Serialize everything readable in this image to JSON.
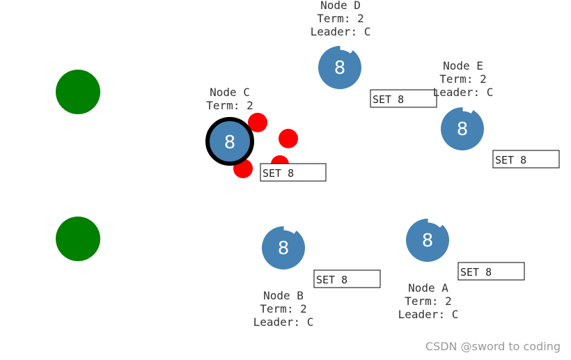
{
  "colors": {
    "node_fill": "#4682b4",
    "leader_ring": "#000000",
    "message_dot": "#ff0000",
    "client_dot": "#008000",
    "text": "#333333"
  },
  "clients": [
    {
      "id": "client-1",
      "icon": "green-circle"
    },
    {
      "id": "client-2",
      "icon": "green-circle"
    }
  ],
  "nodes": [
    {
      "id": "C",
      "name": "Node C",
      "term": "Term: 2",
      "leader": "",
      "value": "8",
      "log": "SET 8",
      "role": "leader",
      "timer_gap": 0
    },
    {
      "id": "D",
      "name": "Node D",
      "term": "Term: 2",
      "leader": "Leader: C",
      "value": "8",
      "log": "SET 8",
      "role": "follower",
      "timer_gap": 0.1
    },
    {
      "id": "E",
      "name": "Node E",
      "term": "Term: 2",
      "leader": "Leader: C",
      "value": "8",
      "log": "SET 8",
      "role": "follower",
      "timer_gap": 0.08
    },
    {
      "id": "B",
      "name": "Node B",
      "term": "Term: 2",
      "leader": "Leader: C",
      "value": "8",
      "log": "SET 8",
      "role": "follower",
      "timer_gap": 0.1
    },
    {
      "id": "A",
      "name": "Node A",
      "term": "Term: 2",
      "leader": "Leader: C",
      "value": "8",
      "log": "SET 8",
      "role": "follower",
      "timer_gap": 0.12
    }
  ],
  "message_count": 4,
  "watermark": "CSDN @sword to coding"
}
